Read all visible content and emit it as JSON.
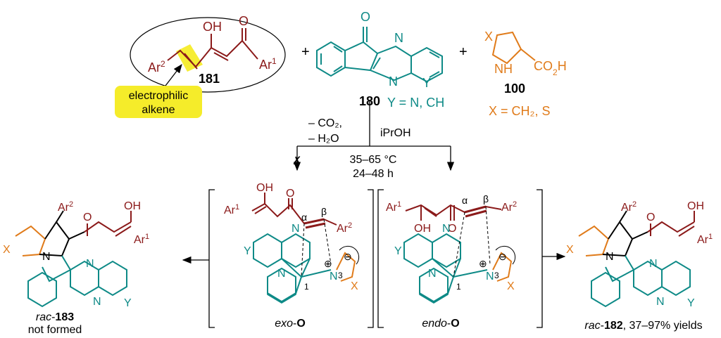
{
  "reagents": {
    "dienol": {
      "number": "181",
      "oh": "OH",
      "o": "O",
      "ar1": "Ar",
      "ar1_sup": "1",
      "ar2": "Ar",
      "ar2_sup": "2",
      "callout_line1": "electrophilic",
      "callout_line2": "alkene"
    },
    "plus": "+",
    "quinoxaline": {
      "number": "180",
      "o": "O",
      "n": "N",
      "y": "Y",
      "note": "Y = N, CH"
    },
    "aminoacid": {
      "number": "100",
      "x": "X",
      "nh": "NH",
      "co2h_pre": "CO",
      "co2h_sub": "2",
      "co2h_post": "H",
      "note": "X = CH₂, S"
    }
  },
  "conditions": {
    "left_line1": "– CO₂,",
    "left_line2": "– H₂O",
    "solvent": "iPrOH",
    "temperature": "35–65 °C",
    "time": "24–48 h",
    "blocked_mark": "✗"
  },
  "intermediates": {
    "exo": {
      "label_italic": "exo",
      "label_bold": "O",
      "ar1": "Ar",
      "ar1_sup": "1",
      "ar2": "Ar",
      "ar2_sup": "2",
      "oh": "OH",
      "o": "O",
      "alpha": "α",
      "beta": "β",
      "n": "N",
      "x": "X",
      "y": "Y",
      "plus": "⊕",
      "minus": "⊖",
      "one": "1",
      "three": "3"
    },
    "endo": {
      "label_italic": "endo",
      "label_bold": "O",
      "ar1": "Ar",
      "ar1_sup": "1",
      "ar2": "Ar",
      "ar2_sup": "2",
      "oh": "OH",
      "o": "O",
      "alpha": "α",
      "beta": "β",
      "n": "N",
      "x": "X",
      "y": "Y",
      "plus": "⊕",
      "minus": "⊖",
      "one": "1",
      "three": "3"
    }
  },
  "products": {
    "left": {
      "prefix": "rac",
      "number": "183",
      "note": "not formed",
      "ar1": "Ar",
      "ar1_sup": "1",
      "ar2": "Ar",
      "ar2_sup": "2",
      "oh": "OH",
      "o": "O",
      "n": "N",
      "x": "X",
      "y": "Y"
    },
    "right": {
      "prefix": "rac",
      "number": "182",
      "note": ", 37–97% yields",
      "ar1": "Ar",
      "ar1_sup": "1",
      "ar2": "Ar",
      "ar2_sup": "2",
      "oh": "OH",
      "o": "O",
      "n": "N",
      "x": "X",
      "y": "Y"
    }
  },
  "colors": {
    "dienol": "#8b1a1a",
    "quinoxaline": "#0e8a87",
    "aminoacid": "#e07b1a",
    "highlight": "#f5ec2a"
  }
}
